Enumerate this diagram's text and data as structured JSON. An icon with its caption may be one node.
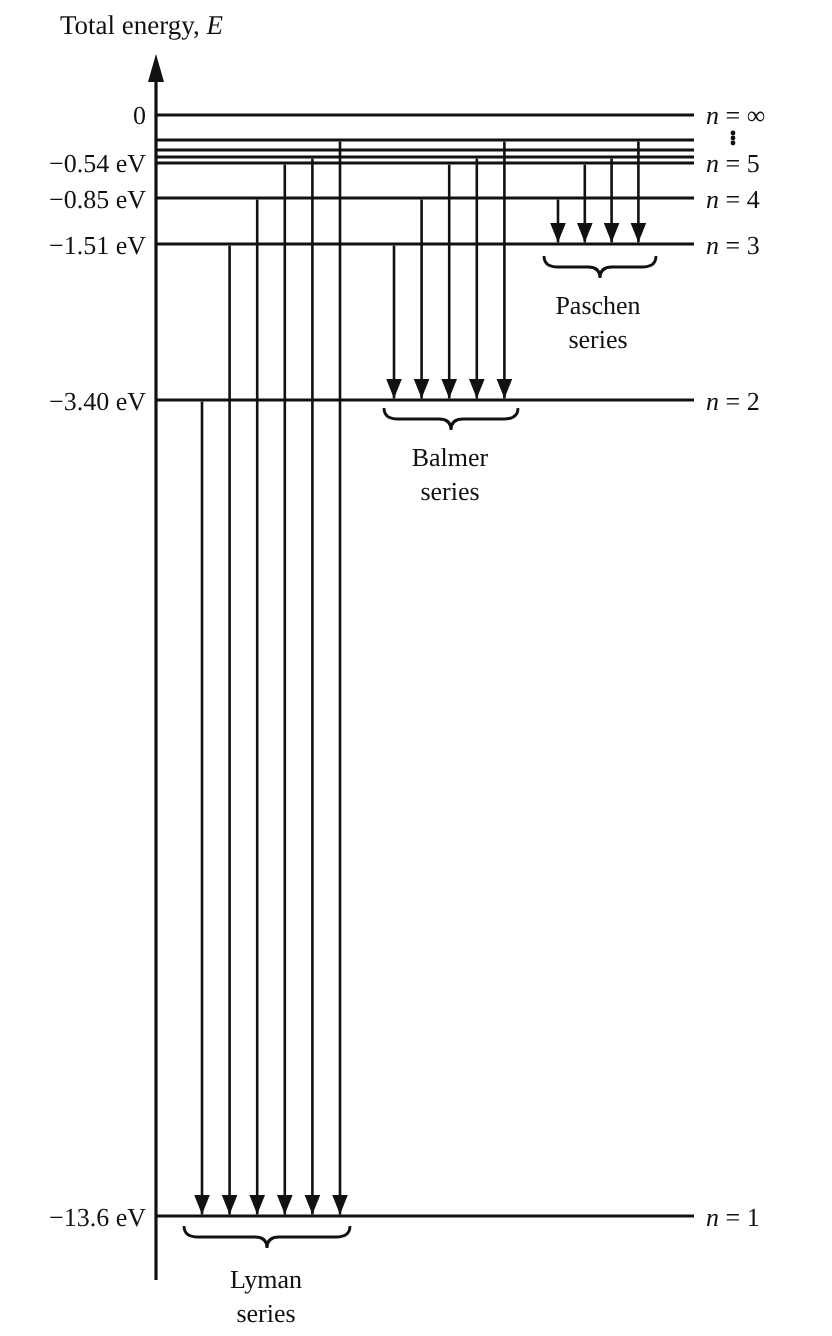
{
  "diagram": {
    "nodes": [
      {
        "text": [],
        "shape": "line",
        "beside": [
          "0",
          "*n* = ∞"
        ]
      },
      {
        "text": [],
        "shape": "line"
      },
      {
        "text": [],
        "shape": "line"
      },
      {
        "text": [],
        "shape": "line"
      },
      {
        "text": [],
        "shape": "line",
        "beside": [
          "−0.54 eV",
          "*n* = 5"
        ]
      },
      {
        "text": [],
        "shape": "line",
        "beside": [
          "−0.85 eV",
          "*n* = 4"
        ]
      },
      {
        "text": [],
        "shape": "line",
        "beside": [
          "−1.51 eV",
          "*n* = 3"
        ]
      },
      {
        "text": [],
        "shape": "line",
        "beside": [
          "−3.40 eV",
          "*n* = 2"
        ]
      },
      {
        "text": [],
        "shape": "line",
        "beside": [
          "−13.6 eV",
          "*n* = 1"
        ]
      }
    ],
    "edges": [
      {
        "from": 7,
        "to": 8,
        "arrow": "to"
      },
      {
        "from": 6,
        "to": 8,
        "arrow": "to"
      },
      {
        "from": 5,
        "to": 8,
        "arrow": "to"
      },
      {
        "from": 4,
        "to": 8,
        "arrow": "to"
      },
      {
        "from": 3,
        "to": 8,
        "arrow": "to"
      },
      {
        "from": 1,
        "to": 8,
        "arrow": "to"
      },
      {
        "from": 6,
        "to": 7,
        "arrow": "to"
      },
      {
        "from": 5,
        "to": 7,
        "arrow": "to"
      },
      {
        "from": 4,
        "to": 7,
        "arrow": "to"
      },
      {
        "from": 3,
        "to": 7,
        "arrow": "to"
      },
      {
        "from": 1,
        "to": 7,
        "arrow": "to"
      },
      {
        "from": 5,
        "to": 6,
        "arrow": "to"
      },
      {
        "from": 4,
        "to": 6,
        "arrow": "to"
      },
      {
        "from": 3,
        "to": 6,
        "arrow": "to"
      },
      {
        "from": 1,
        "to": 6,
        "arrow": "to"
      }
    ],
    "labels": [
      "Total energy, *E*",
      "Paschen series",
      "Balmer series",
      "Lyman series"
    ]
  }
}
